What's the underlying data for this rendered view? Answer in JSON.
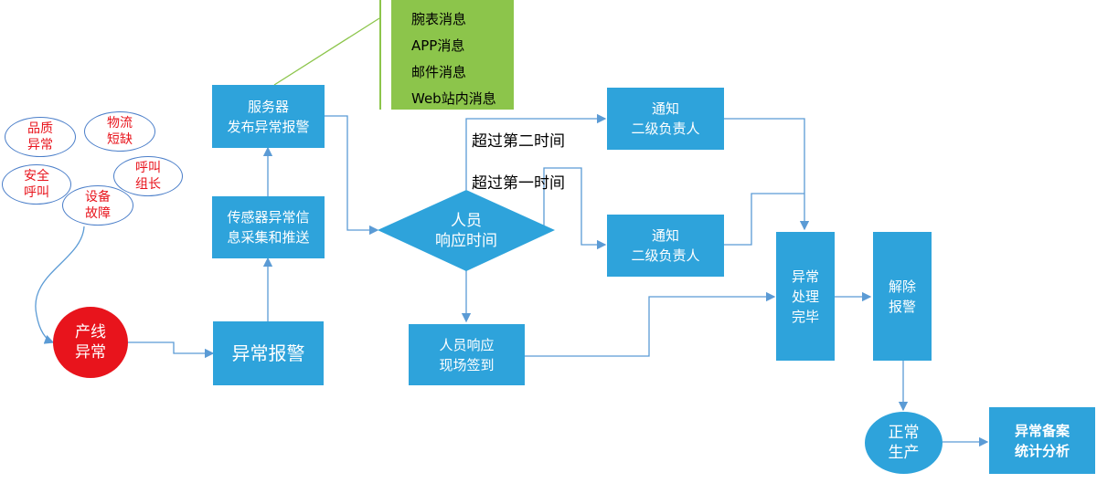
{
  "channels": [
    "腕表消息",
    "APP消息",
    "邮件消息",
    "Web站内消息"
  ],
  "triggers": [
    "品质\n异常",
    "物流\n短缺",
    "安全\n呼叫",
    "呼叫\n组长",
    "设备\n故障"
  ],
  "nodes": {
    "production_anomaly": "产线\n异常",
    "anomaly_alarm": "异常报警",
    "sensor_collect": "传感器异常信\n息采集和推送",
    "server_publish": "服务器\n发布异常报警",
    "response_time": "人员\n响应时间",
    "onsite_checkin": "人员响应\n现场签到",
    "notify_second_level_top": "通知\n二级负责人",
    "notify_second_level_bottom": "通知\n二级负责人",
    "handling_done": "异常\n处理\n完毕",
    "release_alarm": "解除\n报警",
    "normal_production": "正常\n生产",
    "stats_analysis": "异常备案\n统计分析"
  },
  "edge_labels": {
    "exceed_second": "超过第二时间",
    "exceed_first": "超过第一时间"
  },
  "colors": {
    "box": "#2ea3db",
    "red": "#e8141c",
    "green": "#8cc54b",
    "line": "#5b9bd5"
  }
}
